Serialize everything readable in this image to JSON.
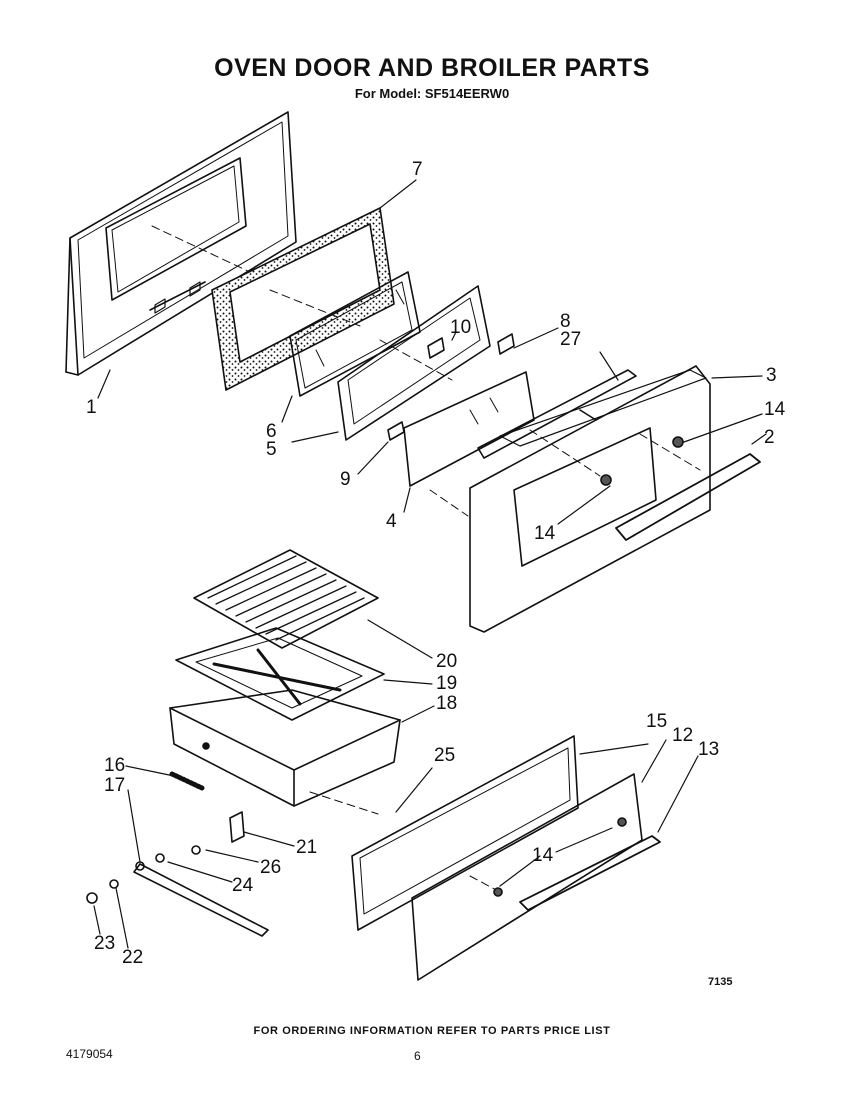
{
  "title": "OVEN DOOR AND BROILER PARTS",
  "subtitle": "For Model: SF514EERW0",
  "footer": {
    "ordering_note": "FOR ORDERING INFORMATION REFER TO PARTS PRICE LIST",
    "document_number": "4179054",
    "page_number": "6",
    "figure_number": "7135"
  },
  "callouts": [
    {
      "id": "c1",
      "label": "1"
    },
    {
      "id": "c2",
      "label": "2"
    },
    {
      "id": "c3",
      "label": "3"
    },
    {
      "id": "c4",
      "label": "4"
    },
    {
      "id": "c5",
      "label": "5"
    },
    {
      "id": "c6",
      "label": "6"
    },
    {
      "id": "c7",
      "label": "7"
    },
    {
      "id": "c8",
      "label": "8"
    },
    {
      "id": "c9",
      "label": "9"
    },
    {
      "id": "c10",
      "label": "10"
    },
    {
      "id": "c14a",
      "label": "14"
    },
    {
      "id": "c14b",
      "label": "14"
    },
    {
      "id": "c27",
      "label": "27"
    },
    {
      "id": "c20",
      "label": "20"
    },
    {
      "id": "c19",
      "label": "19"
    },
    {
      "id": "c18",
      "label": "18"
    },
    {
      "id": "c16",
      "label": "16"
    },
    {
      "id": "c17",
      "label": "17"
    },
    {
      "id": "c25",
      "label": "25"
    },
    {
      "id": "c15",
      "label": "15"
    },
    {
      "id": "c12",
      "label": "12"
    },
    {
      "id": "c13",
      "label": "13"
    },
    {
      "id": "c21",
      "label": "21"
    },
    {
      "id": "c26",
      "label": "26"
    },
    {
      "id": "c24",
      "label": "24"
    },
    {
      "id": "c14c",
      "label": "14"
    },
    {
      "id": "c23",
      "label": "23"
    },
    {
      "id": "c22",
      "label": "22"
    }
  ]
}
